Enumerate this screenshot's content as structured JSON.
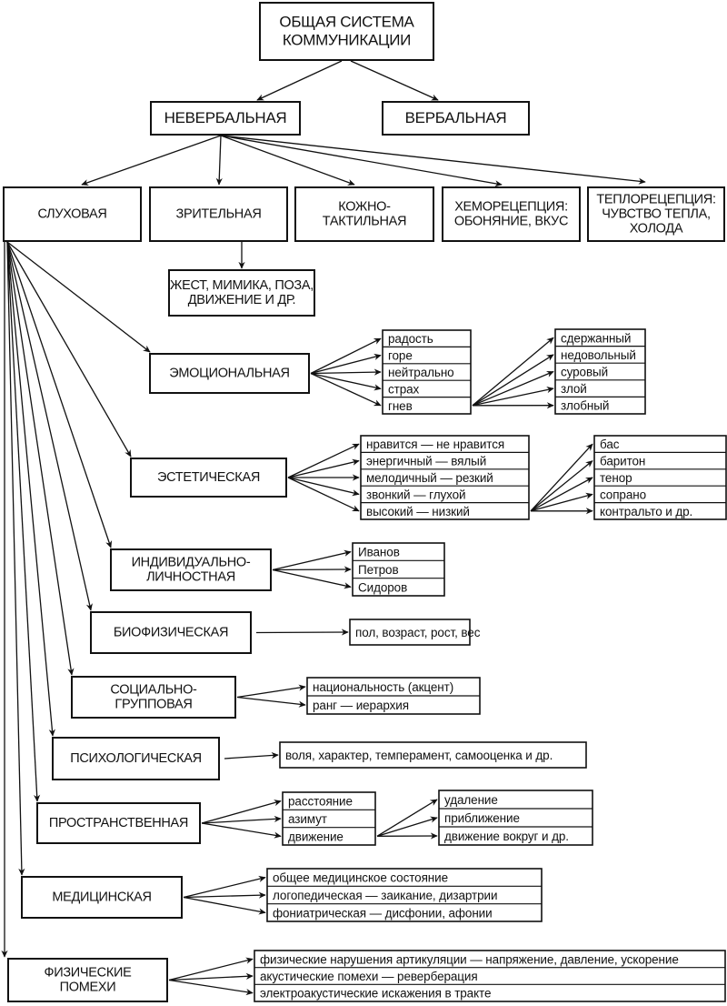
{
  "root": {
    "label": [
      "ОБЩАЯ СИСТЕМА",
      "КОММУНИКАЦИИ"
    ]
  },
  "level1": [
    {
      "id": "nonverbal",
      "label": [
        "НЕВЕРБАЛЬНАЯ"
      ]
    },
    {
      "id": "verbal",
      "label": [
        "ВЕРБАЛЬНАЯ"
      ]
    }
  ],
  "channels": [
    {
      "id": "auditory",
      "label": [
        "СЛУХОВАЯ"
      ]
    },
    {
      "id": "visual",
      "label": [
        "ЗРИТЕЛЬНАЯ"
      ]
    },
    {
      "id": "tactile",
      "label": [
        "КОЖНО-",
        "ТАКТИЛЬНАЯ"
      ]
    },
    {
      "id": "chemo",
      "label": [
        "ХЕМОРЕЦЕПЦИЯ:",
        "ОБОНЯНИЕ, ВКУС"
      ]
    },
    {
      "id": "thermo",
      "label": [
        "ТЕПЛОРЕЦЕПЦИЯ:",
        "ЧУВСТВО ТЕПЛА,",
        "ХОЛОДА"
      ]
    }
  ],
  "visual_detail": {
    "label": [
      "ЖЕСТ, МИМИКА, ПОЗА,",
      "ДВИЖЕНИЕ И ДР."
    ]
  },
  "auditory_aspects": [
    {
      "id": "emotional",
      "label": [
        "ЭМОЦИОНАЛЬНАЯ"
      ],
      "items": [
        "радость",
        "горе",
        "нейтрально",
        "страх",
        "гнев"
      ],
      "subitems_from": "гнев",
      "subitems": [
        "сдержанный",
        "недовольный",
        "суровый",
        "злой",
        "злобный"
      ]
    },
    {
      "id": "aesthetic",
      "label": [
        "ЭСТЕТИЧЕСКАЯ"
      ],
      "items": [
        "нравится — не нравится",
        "энергичный — вялый",
        "мелодичный — резкий",
        "звонкий — глухой",
        "высокий — низкий"
      ],
      "subitems_from": "высокий — низкий",
      "subitems": [
        "бас",
        "баритон",
        "тенор",
        "сопрано",
        "контральто и др."
      ]
    },
    {
      "id": "individual",
      "label": [
        "ИНДИВИДУАЛЬНО-",
        "ЛИЧНОСТНАЯ"
      ],
      "items": [
        "Иванов",
        "Петров",
        "Сидоров"
      ]
    },
    {
      "id": "biophysical",
      "label": [
        "БИОФИЗИЧЕСКАЯ"
      ],
      "items": [
        "пол, возраст, рост, вес"
      ]
    },
    {
      "id": "social",
      "label": [
        "СОЦИАЛЬНО-",
        "ГРУППОВАЯ"
      ],
      "items": [
        "национальность (акцент)",
        "ранг — иерархия"
      ]
    },
    {
      "id": "psychological",
      "label": [
        "ПСИХОЛОГИЧЕСКАЯ"
      ],
      "items": [
        "воля, характер, темперамент, самооценка и др."
      ]
    },
    {
      "id": "spatial",
      "label": [
        "ПРОСТРАНСТВЕННАЯ"
      ],
      "items": [
        "расстояние",
        "азимут",
        "движение"
      ],
      "subitems_from": "движение",
      "subitems": [
        "удаление",
        "приближение",
        "движение вокруг и др."
      ]
    },
    {
      "id": "medical",
      "label": [
        "МЕДИЦИНСКАЯ"
      ],
      "items": [
        "общее медицинское состояние",
        "логопедическая — заикание, дизартрии",
        "фониатрическая — дисфонии, афонии"
      ]
    },
    {
      "id": "noise",
      "label": [
        "ФИЗИЧЕСКИЕ",
        "ПОМЕХИ"
      ],
      "items": [
        "физические нарушения артикуляции — напряжение, давление, ускорение",
        "акустические помехи — реверберация",
        "электроакустические искажения в тракте"
      ]
    }
  ]
}
